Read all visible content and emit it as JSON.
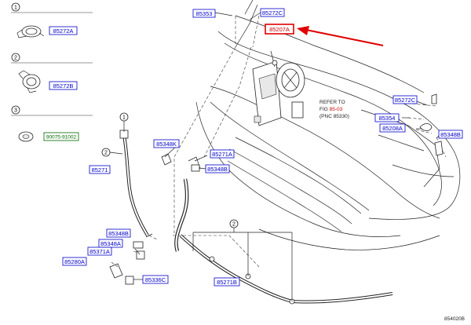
{
  "refs": [
    {
      "id": "r1",
      "num": "1",
      "part": "85272A"
    },
    {
      "id": "r2",
      "num": "2",
      "part": "85272B"
    },
    {
      "id": "r3",
      "num": "3",
      "part": "90075-91002"
    }
  ],
  "labels": [
    {
      "id": "l85353",
      "text": "85353"
    },
    {
      "id": "l85272C_top",
      "text": "85272C"
    },
    {
      "id": "l85207A",
      "text": "85207A"
    },
    {
      "id": "l85272C_r",
      "text": "85272C"
    },
    {
      "id": "l85354",
      "text": "85354"
    },
    {
      "id": "l85208A",
      "text": "85208A"
    },
    {
      "id": "l85348B_r",
      "text": "85348B"
    },
    {
      "id": "l85348K",
      "text": "85348K"
    },
    {
      "id": "l85271A",
      "text": "85271A"
    },
    {
      "id": "l85348B_m",
      "text": "85348B"
    },
    {
      "id": "l85271",
      "text": "85271"
    },
    {
      "id": "l85348B_l",
      "text": "85348B"
    },
    {
      "id": "l85348A",
      "text": "85348A"
    },
    {
      "id": "l85371A",
      "text": "85371A"
    },
    {
      "id": "l85280A",
      "text": "85280A"
    },
    {
      "id": "l85336C",
      "text": "85336C"
    },
    {
      "id": "l85271B",
      "text": "85271B"
    }
  ],
  "callouts": {
    "c1": "1",
    "c2a": "2",
    "c2b": "2"
  },
  "refer": {
    "line1": "REFER TO",
    "line2_prefix": "FIG ",
    "line2_link": "85-03",
    "line3": "(PNC 85330)"
  },
  "diagram_id": "854020B",
  "colors": {
    "label": "#0000cc",
    "highlight": "#e00000",
    "green": "#006600"
  }
}
